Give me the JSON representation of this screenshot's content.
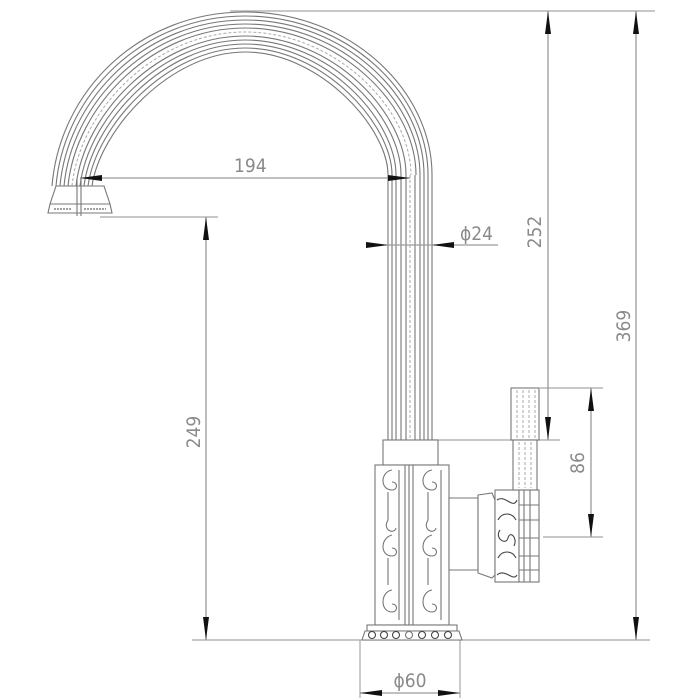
{
  "drawing": {
    "subject": "Kitchen faucet dimensional drawing",
    "units": "mm",
    "line_color": "#777777",
    "dim_color": "#8a8a8a",
    "arrow_color": "#111111"
  },
  "dimensions": {
    "spout_reach": {
      "label": "194",
      "value": 194,
      "orientation": "horizontal"
    },
    "pipe_diameter": {
      "label": "ϕ24",
      "value": 24,
      "orientation": "horizontal"
    },
    "spout_clearance_height": {
      "label": "249",
      "value": 249,
      "orientation": "vertical"
    },
    "top_to_handle": {
      "label": "252",
      "value": 252,
      "orientation": "vertical"
    },
    "total_height": {
      "label": "369",
      "value": 369,
      "orientation": "vertical"
    },
    "handle_height": {
      "label": "86",
      "value": 86,
      "orientation": "vertical"
    },
    "base_diameter": {
      "label": "ϕ60",
      "value": 60,
      "orientation": "horizontal"
    }
  }
}
